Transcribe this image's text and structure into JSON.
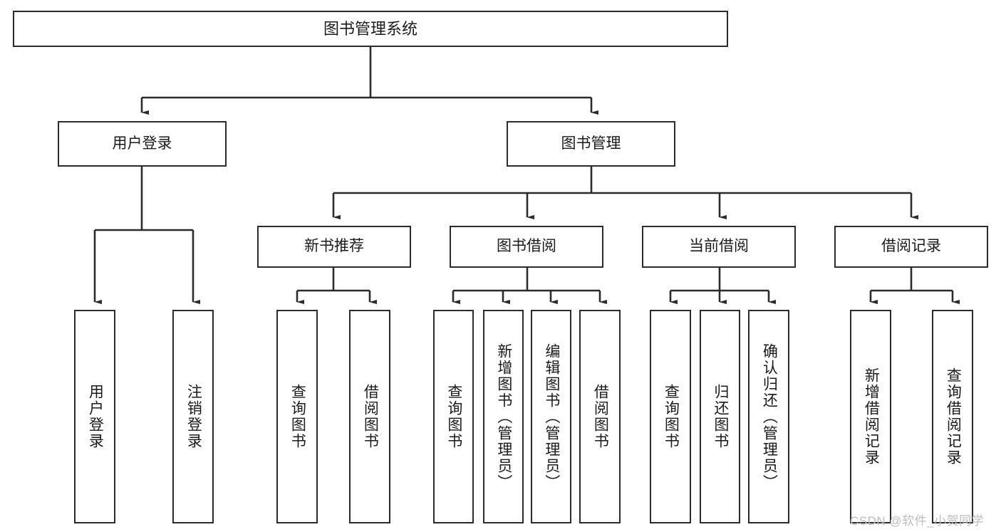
{
  "diagram": {
    "type": "tree",
    "title": "图书管理系统",
    "root": {
      "label": "图书管理系统"
    },
    "level2": [
      {
        "label": "用户登录"
      },
      {
        "label": "图书管理"
      }
    ],
    "level3": [
      {
        "label": "新书推荐"
      },
      {
        "label": "图书借阅"
      },
      {
        "label": "当前借阅"
      },
      {
        "label": "借阅记录"
      }
    ],
    "leaves": {
      "user_login": [
        {
          "label": "用户登录"
        },
        {
          "label": "注销登录"
        }
      ],
      "new_book_recommend": [
        {
          "label": "查询图书"
        },
        {
          "label": "借阅图书"
        }
      ],
      "book_borrow": [
        {
          "label": "查询图书"
        },
        {
          "label": "新增图书（管理员）"
        },
        {
          "label": "编辑图书（管理员）"
        },
        {
          "label": "借阅图书"
        }
      ],
      "current_borrow": [
        {
          "label": "查询图书"
        },
        {
          "label": "归还图书"
        },
        {
          "label": "确认归还（管理员）"
        }
      ],
      "borrow_record": [
        {
          "label": "新增借阅记录"
        },
        {
          "label": "查询借阅记录"
        }
      ]
    }
  },
  "watermark": {
    "text": "CSDN @软件_小贺同学"
  },
  "colors": {
    "stroke": "#2b2b2b",
    "background": "#ffffff",
    "text": "#1a1a1a",
    "watermark": "#bcbcbc"
  }
}
